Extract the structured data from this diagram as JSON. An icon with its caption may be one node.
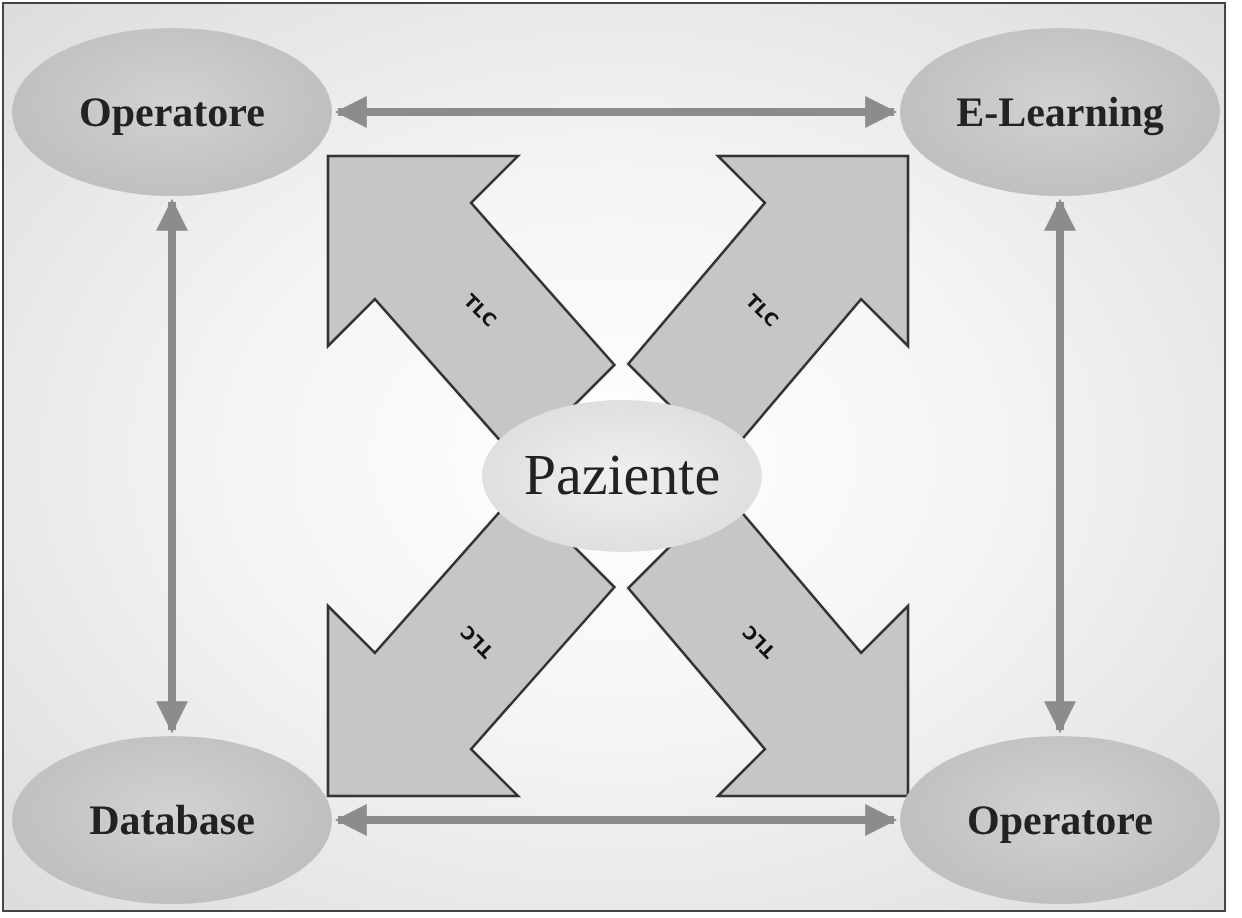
{
  "diagram": {
    "nodes": [
      {
        "text": [
          "Operatore"
        ]
      },
      {
        "text": [
          "E-Learning"
        ]
      },
      {
        "text": [
          "Paziente"
        ]
      },
      {
        "text": [
          "Database"
        ]
      },
      {
        "text": [
          "Operatore"
        ]
      }
    ],
    "edges": [
      {
        "from": 0,
        "to": 1,
        "arrow": "both"
      },
      {
        "from": 0,
        "to": 3,
        "arrow": "both"
      },
      {
        "from": 1,
        "to": 4,
        "arrow": "both"
      },
      {
        "from": 3,
        "to": 4,
        "arrow": "both"
      },
      {
        "from": 2,
        "to": 0,
        "arrow": "to",
        "label": "TLC",
        "style": "thick"
      },
      {
        "from": 2,
        "to": 1,
        "arrow": "to",
        "label": "TLC",
        "style": "thick"
      },
      {
        "from": 2,
        "to": 3,
        "arrow": "to",
        "label": "TLC",
        "style": "thick"
      },
      {
        "from": 2,
        "to": 4,
        "arrow": "to",
        "label": "TLC",
        "style": "thick"
      }
    ]
  }
}
